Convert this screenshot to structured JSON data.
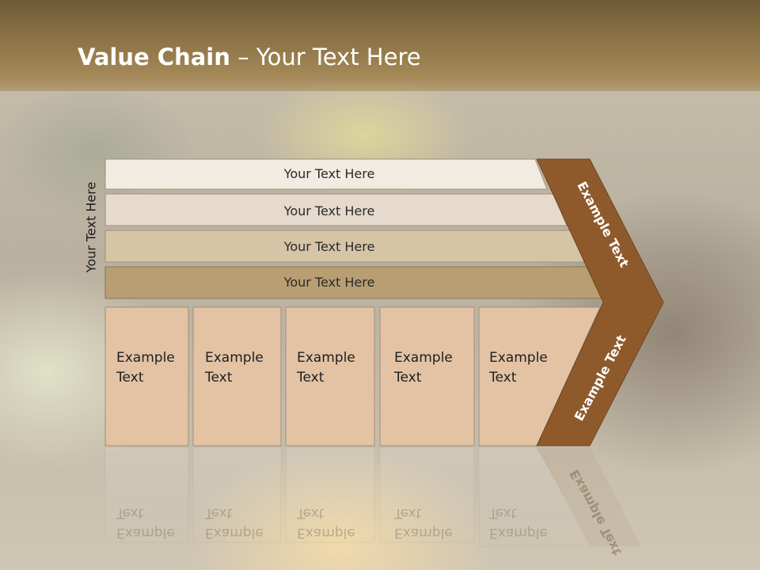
{
  "title": {
    "bold": "Value Chain",
    "rest": " – Your Text Here"
  },
  "side_label": "Your Text Here",
  "rows": [
    {
      "label": "Your Text Here",
      "fill": "#f1ebe2"
    },
    {
      "label": "Your Text Here",
      "fill": "#e5dacb"
    },
    {
      "label": "Your Text Here",
      "fill": "#d6c4a6"
    },
    {
      "label": "Your Text Here",
      "fill": "#b89e72"
    }
  ],
  "cells": [
    {
      "line1": "Example",
      "line2": "Text"
    },
    {
      "line1": "Example",
      "line2": "Text"
    },
    {
      "line1": "Example",
      "line2": "Text"
    },
    {
      "line1": "Example",
      "line2": "Text"
    },
    {
      "line1": "Example",
      "line2": "Text"
    }
  ],
  "chevron": {
    "upper": "Example Text",
    "lower": "Example Text",
    "color": "#8e5a2c"
  },
  "cell_fill": "#e3c3a4"
}
